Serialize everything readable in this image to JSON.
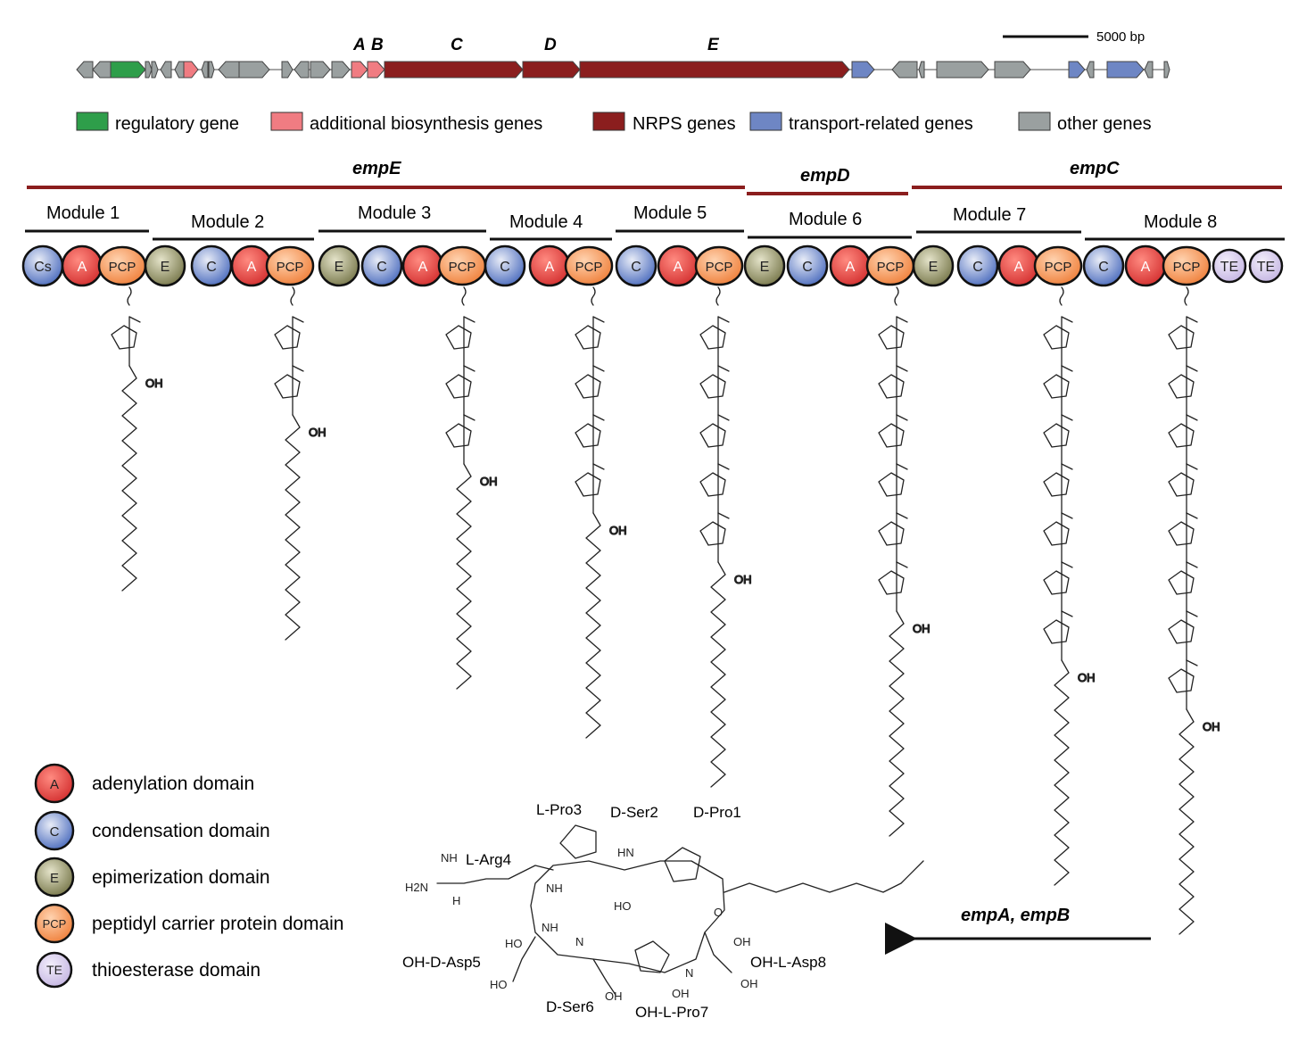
{
  "cluster": {
    "scale_label": "5000 bp",
    "gene_labels": [
      "A",
      "B",
      "C",
      "D",
      "E"
    ]
  },
  "gene_legend": [
    {
      "label": "regulatory gene",
      "color": "#2e9e4a"
    },
    {
      "label": "additional biosynthesis genes",
      "color": "#f07c82"
    },
    {
      "label": "NRPS genes",
      "color": "#8b1e1e"
    },
    {
      "label": "transport-related genes",
      "color": "#6e86c4"
    },
    {
      "label": "other genes",
      "color": "#9aa0a0"
    }
  ],
  "proteins": [
    "empE",
    "empD",
    "empC"
  ],
  "modules": [
    "Module 1",
    "Module 2",
    "Module 3",
    "Module 4",
    "Module 5",
    "Module 6",
    "Module 7",
    "Module 8"
  ],
  "domains": [
    "Cs",
    "A",
    "PCP",
    "E",
    "C",
    "A",
    "PCP",
    "E",
    "C",
    "A",
    "PCP",
    "C",
    "A",
    "PCP",
    "C",
    "A",
    "PCP",
    "E",
    "C",
    "A",
    "PCP",
    "E",
    "C",
    "A",
    "PCP",
    "C",
    "A",
    "PCP",
    "TE",
    "TE"
  ],
  "domain_colors": {
    "A": "#e53935",
    "C": "#5c7bc4",
    "E": "#8a8a5a",
    "PCP": "#f08a4b",
    "Cs": "#5c7bc4",
    "TE": "#cfc3e6"
  },
  "domain_legend": [
    {
      "key": "A",
      "label": "adenylation domain"
    },
    {
      "key": "C",
      "label": "condensation domain"
    },
    {
      "key": "E",
      "label": "epimerization domain"
    },
    {
      "key": "PCP",
      "label": "peptidyl carrier protein domain"
    },
    {
      "key": "TE",
      "label": "thioesterase domain"
    }
  ],
  "product": {
    "arrow_label": "empA, empB",
    "residues": [
      "L-Pro3",
      "D-Ser2",
      "D-Pro1",
      "L-Arg4",
      "OH-D-Asp5",
      "OH-L-Asp8",
      "D-Ser6",
      "OH-L-Pro7"
    ]
  }
}
